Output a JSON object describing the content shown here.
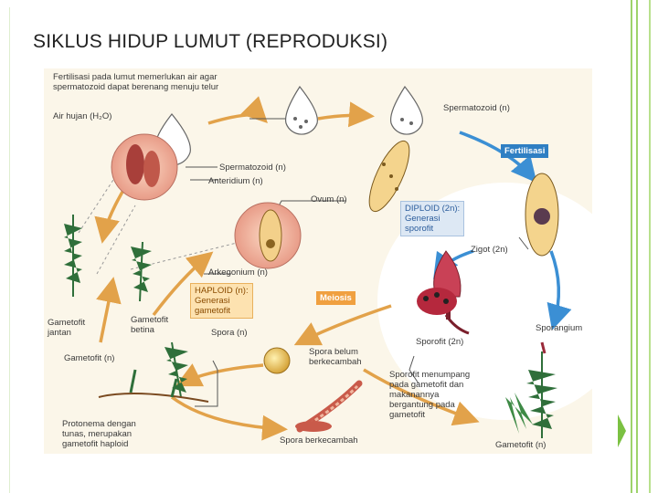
{
  "slide": {
    "title": "SIKLUS HIDUP LUMUT (REPRODUKSI)"
  },
  "diagram": {
    "labels": {
      "intro": "Fertilisasi pada lumut memerlukan air agar\nspermatozoid dapat berenang menuju telur",
      "rain": "Air hujan (H₂O)",
      "sperm_top": "Spermatozoid (n)",
      "fertilization": "Fertilisasi",
      "sperm_mid": "Spermatozoid (n)",
      "antheridium": "Anteridium (n)",
      "ovum": "Ovum (n)",
      "diploid": "DIPLOID (2n):\nGenerasi\nsporofit",
      "zygote": "Zigot (2n)",
      "archegonium": "Arkegonium (n)",
      "haploid": "HAPLOID (n):\nGenerasi\ngametofit",
      "meiosis": "Meiosis",
      "male_gametophyte": "Gametofit\njantan",
      "female_gametophyte": "Gametofit\nbetina",
      "spore": "Spora (n)",
      "sporophyte": "Sporofit (2n)",
      "sporangium": "Sporangium",
      "gametophyte_left": "Gametofit (n)",
      "spore_ungerminated": "Spora belum\nberkecambah",
      "sporophyte_note": "Sporofit menumpang\npada gametofit dan\nmakanannya\nbergantung pada\ngametofit",
      "protonema": "Protonema dengan\ntunas, merupakan\ngametofit haploid",
      "spore_germinated": "Spora berkecambah",
      "gametophyte_bottom": "Gametofit (n)"
    },
    "colors": {
      "cycle_arrow": "#e2a24a",
      "fertilization_arrow": "#3b8fd4",
      "background": "#fbf6e9"
    },
    "icons": [
      "water-drop-icon",
      "moss-plant-icon",
      "antheridium-icon",
      "archegonium-icon",
      "zygote-icon",
      "sporophyte-capsule-icon",
      "spore-icon",
      "protonema-icon"
    ]
  }
}
